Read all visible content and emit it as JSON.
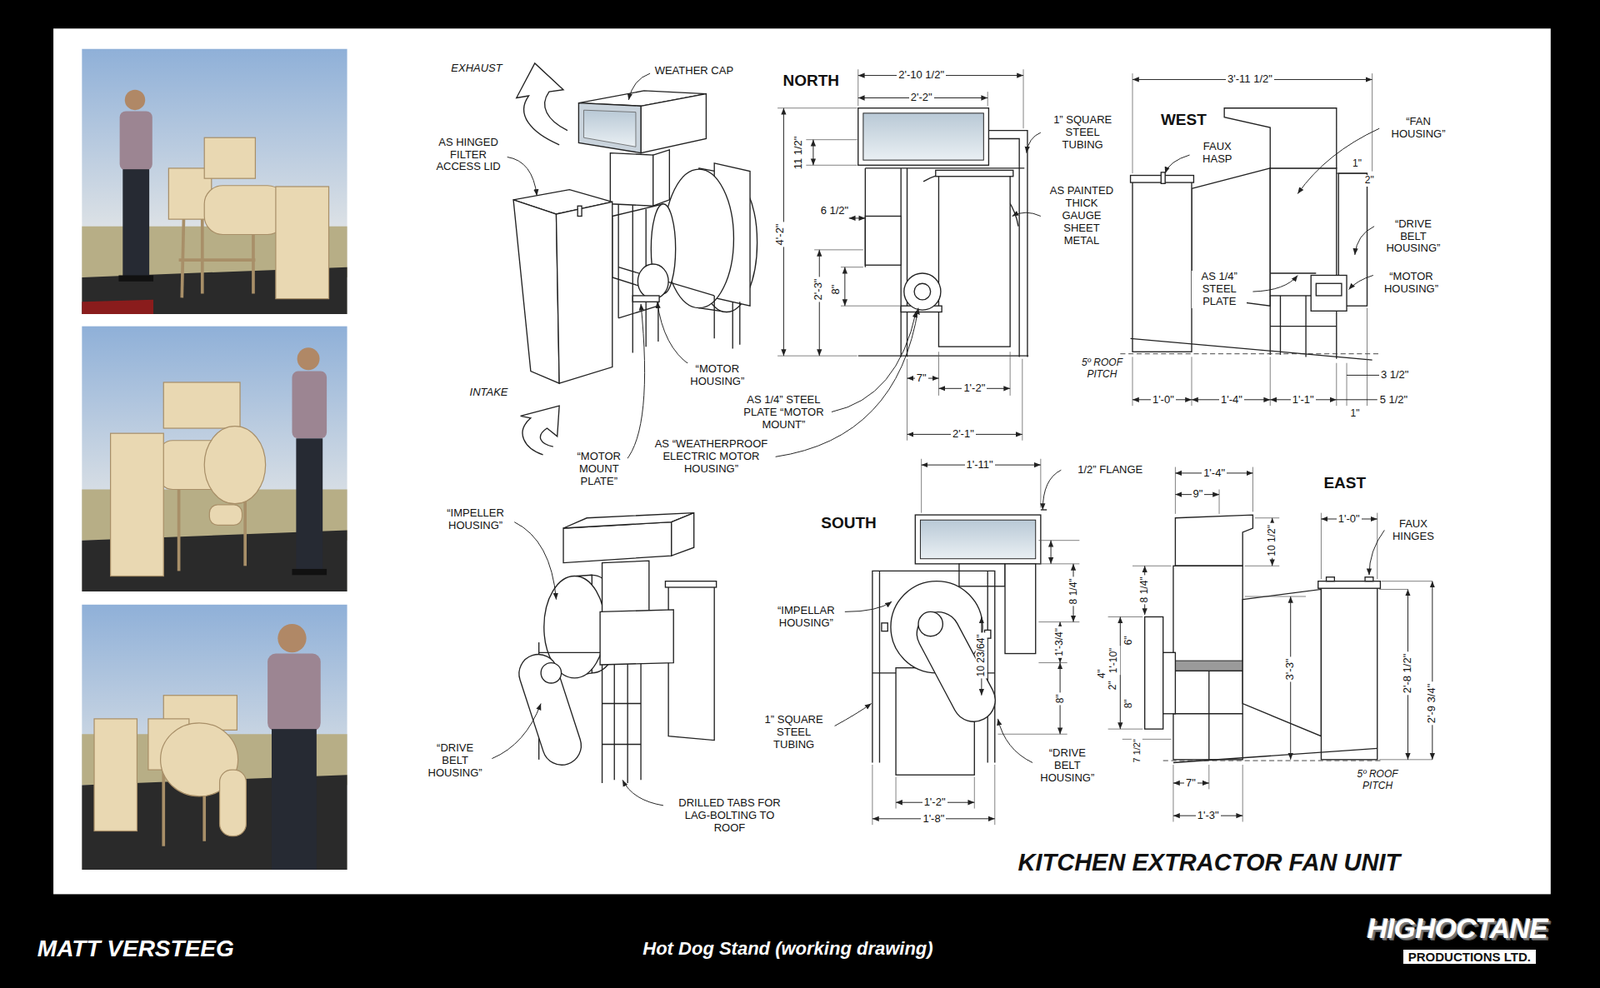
{
  "diagram": {
    "title": "KITCHEN EXTRACTOR FAN UNIT",
    "caption": "Hot Dog Stand (working drawing)",
    "labels": [
      "EXHAUST",
      "WEATHER CAP",
      "AS HINGED FILTER ACCESS LID",
      "INTAKE",
      "“MOTOR HOUSING”",
      "“MOTOR MOUNT PLATE”",
      "AS 1/4” STEEL PLATE “MOTOR MOUNT”",
      "AS “WEATHERPROOF ELECTRIC MOTOR HOUSING”",
      "NORTH",
      "2'-10 1/2\"",
      "2'-2\"",
      "11 1/2\"",
      "4'-2\"",
      "6 1/2\"",
      "2'-3\"",
      "8\"",
      "7\"",
      "1'-2\"",
      "2'-1\"",
      "1” SQUARE STEEL TUBING",
      "AS PAINTED THICK GAUGE SHEET METAL",
      "WEST",
      "3'-11 1/2\"",
      "“FAN HOUSING”",
      "FAUX HASP",
      "1\"",
      "2\"",
      "“DRIVE BELT HOUSING”",
      "AS 1/4” STEEL PLATE",
      "“MOTOR HOUSING”",
      "5º ROOF PITCH",
      "1'-0\"",
      "1'-4\"",
      "1'-1\"",
      "3 1/2\"",
      "5 1/2\"",
      "1\"",
      "“IMPELLER HOUSING”",
      "“DRIVE BELT HOUSING”",
      "DRILLED TABS FOR LAG-BOLTING TO ROOF",
      "SOUTH",
      "1'-11\"",
      "1/2” FLANGE",
      "“IMPELLAR HOUSING”",
      "1” SQUARE STEEL TUBING",
      "1'-3/4\"",
      "8 1/4\"",
      "10 23/64\"",
      "8\"",
      "“DRIVE BELT HOUSING”",
      "1'-2\"",
      "1'-8\"",
      "EAST",
      "1'-4\"",
      "9\"",
      "1'-0\"",
      "FAUX HINGES",
      "10 1/2\"",
      "8 1/4\"",
      "1'-10\"",
      "6\"",
      "4\"",
      "2\"",
      "8\"",
      "3'-3\"",
      "2'-8 1/2\"",
      "2'-9 3/4\"",
      "7 1/2\"",
      "7\"",
      "1'-3\"",
      "5º ROOF PITCH",
      "MATT VERSTEEG",
      "HIGHOCTANE",
      "PRODUCTIONS LTD."
    ]
  }
}
